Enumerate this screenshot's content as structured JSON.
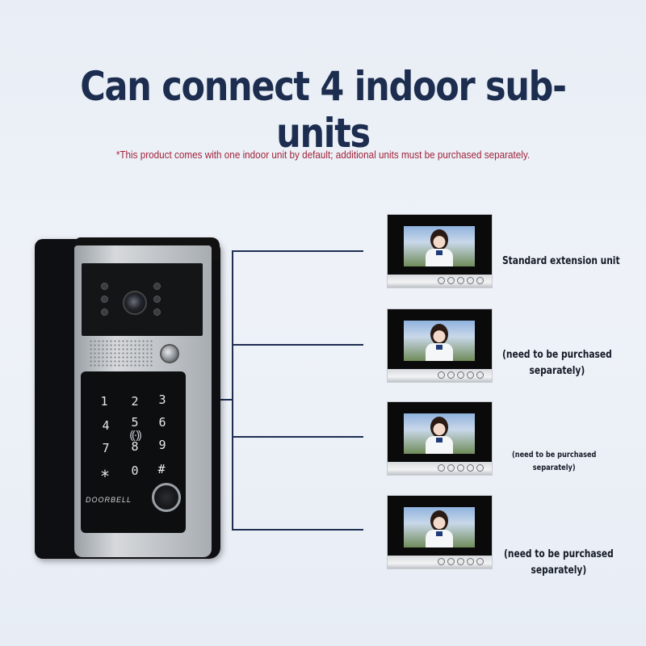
{
  "title": "Can connect 4 indoor sub-units",
  "note": "*This product comes with one indoor unit by default; additional units must be purchased separately.",
  "door_unit": {
    "keys": [
      "1",
      "2",
      "3",
      "4",
      "5",
      "6",
      "7",
      "8",
      "9",
      "*",
      "0",
      "#"
    ],
    "rfid_symbol": "((·))",
    "brand": "DOORBELL"
  },
  "monitors": [
    {
      "label_line1": "Standard extension unit",
      "label_line2": ""
    },
    {
      "label_line1": "(need to be purchased",
      "label_line2": "separately)"
    },
    {
      "label_line1": "(need to be purchased",
      "label_line2": "separately)"
    },
    {
      "label_line1": "(need to be purchased",
      "label_line2": "separately)"
    }
  ],
  "colors": {
    "title": "#1c2d4f",
    "note": "#a0243a",
    "line": "#1f2f52"
  }
}
